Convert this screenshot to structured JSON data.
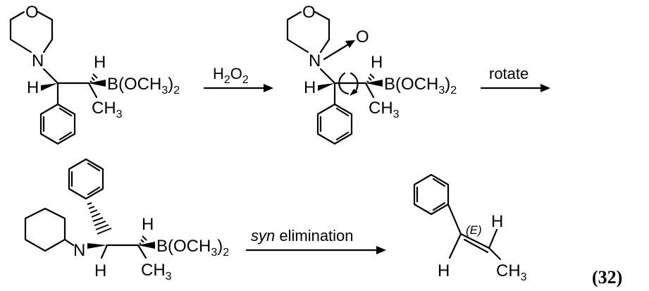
{
  "atoms": {
    "O": "O",
    "N": "N",
    "H": "H",
    "B_prefix": "B(OCH",
    "B_sub": "3",
    "B_suffix": ")",
    "B_sub2": "2",
    "CH_prefix": "CH",
    "CH_sub": "3"
  },
  "conditions": {
    "step1_prefix": "H",
    "step1_sub1": "2",
    "step1_mid": "O",
    "step1_sub2": "2",
    "step2": "rotate",
    "step3_italic": "syn",
    "step3_rest": " elimination"
  },
  "stereo_label": "(E)",
  "equation_number": "(32)"
}
